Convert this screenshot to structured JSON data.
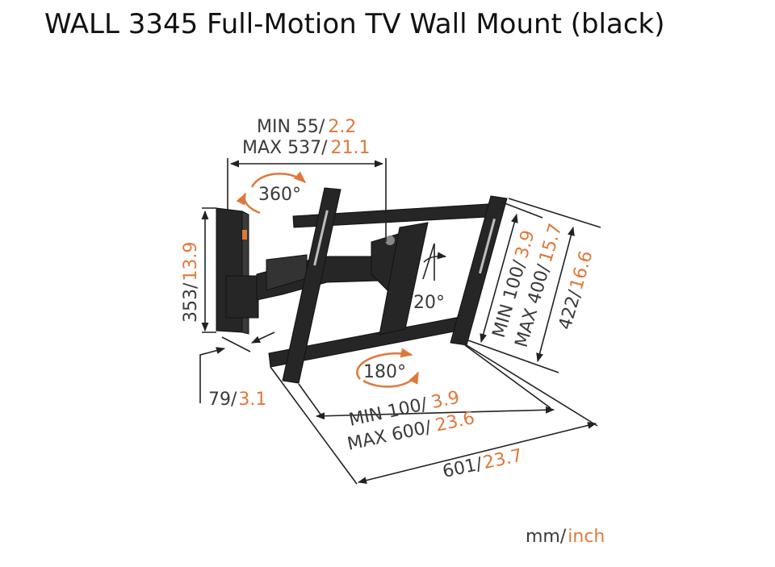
{
  "title": "WALL 3345 Full-Motion TV Wall Mount (black)",
  "dimensions": {
    "distance_min": {
      "mm": "MIN 55/",
      "inch": "2.2"
    },
    "distance_max": {
      "mm": "MAX 537/",
      "inch": "21.1"
    },
    "swivel_top": "360°",
    "tilt": "20°",
    "swivel_bottom": "180°",
    "height": {
      "mm": "353/",
      "inch": "13.9"
    },
    "depth": {
      "mm": "79/",
      "inch": "3.1"
    },
    "vesa_h_min": {
      "mm": "MIN 100/",
      "inch": "3.9"
    },
    "vesa_h_max": {
      "mm": "MAX 600/",
      "inch": "23.6"
    },
    "vesa_v_min": {
      "mm": "MIN 100/",
      "inch": "3.9"
    },
    "vesa_v_max": {
      "mm": "MAX 400/",
      "inch": "15.7"
    },
    "width": {
      "mm": "601/",
      "inch": "23.7"
    },
    "frame_height": {
      "mm": "422/",
      "inch": "16.6"
    }
  },
  "units": {
    "mm": "mm/",
    "inch": "inch"
  },
  "colors": {
    "accent": "#e0783a",
    "product": "#262626",
    "text": "#3a3a3a"
  }
}
